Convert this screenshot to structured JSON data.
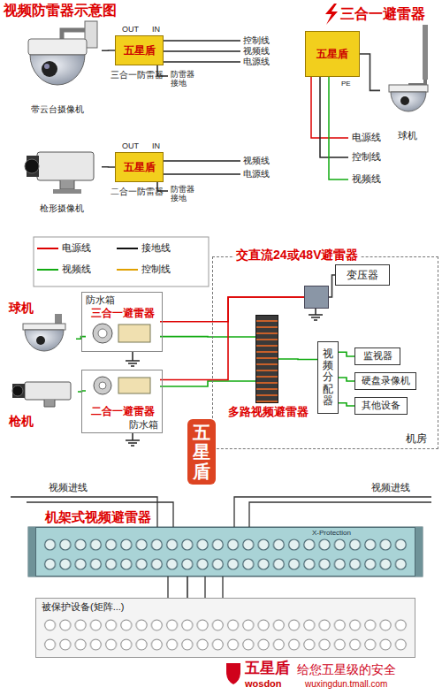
{
  "diagram": {
    "title": "视频防雷器示意图",
    "nodes": [
      {
        "text": [
          "五星盾",
          "三合一防雷器"
        ]
      },
      {
        "text": [
          "带云台摄像机"
        ]
      },
      {
        "text": [
          "五星盾",
          "二合一防雷器"
        ]
      },
      {
        "text": [
          "枪形摄像机"
        ]
      },
      {
        "text": [
          "五星盾"
        ]
      },
      {
        "text": [
          "球机"
        ]
      },
      {
        "text": [
          "机房"
        ]
      },
      {
        "text": [
          "变压器"
        ],
        "in": 6
      },
      {
        "text": [
          "交直流24或48V避雷器"
        ],
        "in": 6
      },
      {
        "text": [
          "多路视频避雷器"
        ],
        "in": 6
      },
      {
        "text": [
          "视频分配器"
        ],
        "in": 6
      },
      {
        "text": [
          "监视器"
        ],
        "in": 6
      },
      {
        "text": [
          "硬盘录像机"
        ],
        "in": 6
      },
      {
        "text": [
          "其他设备"
        ],
        "in": 6
      },
      {
        "text": [
          "防水箱"
        ]
      },
      {
        "text": [
          "三合一避雷器"
        ],
        "in": 14
      },
      {
        "text": [
          "球机"
        ]
      },
      {
        "text": [
          "防水箱"
        ]
      },
      {
        "text": [
          "二合一避雷器"
        ],
        "in": 17
      },
      {
        "text": [
          "枪机"
        ]
      },
      {
        "text": [
          "机架式视频避雷器",
          "X-Protection"
        ]
      },
      {
        "text": [
          "被保护设备(矩阵...)"
        ]
      }
    ],
    "edges": [
      {
        "from": 0,
        "to": 1,
        "arrow": "none"
      },
      {
        "from": 2,
        "to": 3,
        "arrow": "none"
      },
      {
        "from": 4,
        "to": 5,
        "arrow": "none"
      },
      {
        "from": 16,
        "to": 15,
        "arrow": "none"
      },
      {
        "from": 19,
        "to": 18,
        "arrow": "none"
      },
      {
        "from": 15,
        "to": 9,
        "arrow": "none"
      },
      {
        "from": 18,
        "to": 9,
        "arrow": "none"
      },
      {
        "from": 9,
        "to": 10,
        "arrow": "none"
      },
      {
        "from": 10,
        "to": 11,
        "arrow": "none"
      },
      {
        "from": 10,
        "to": 12,
        "arrow": "none"
      },
      {
        "from": 10,
        "to": 13,
        "arrow": "none"
      },
      {
        "from": 8,
        "to": 7,
        "arrow": "none"
      },
      {
        "from": 15,
        "to": 8,
        "arrow": "none"
      },
      {
        "from": 18,
        "to": 8,
        "arrow": "none"
      },
      {
        "from": 20,
        "to": 21,
        "arrow": "none"
      }
    ],
    "labels": [
      "OUT",
      "IN",
      "控制线",
      "视频线",
      "电源线",
      "防雷器 接地",
      "OUT",
      "IN",
      "视频线",
      "电源线",
      "防雷器 接地",
      "三合一避雷器",
      "PE",
      "电源线",
      "控制线",
      "视频线",
      "五星盾",
      "视频进线",
      "视频进线",
      "五星盾",
      "给您五星级的安全",
      "wosdon",
      "wuxingdun.tmall.com"
    ],
    "legend": [
      {
        "text": "电源线"
      },
      {
        "text": "接地线"
      },
      {
        "text": "视频线"
      },
      {
        "text": "控制线"
      }
    ]
  }
}
